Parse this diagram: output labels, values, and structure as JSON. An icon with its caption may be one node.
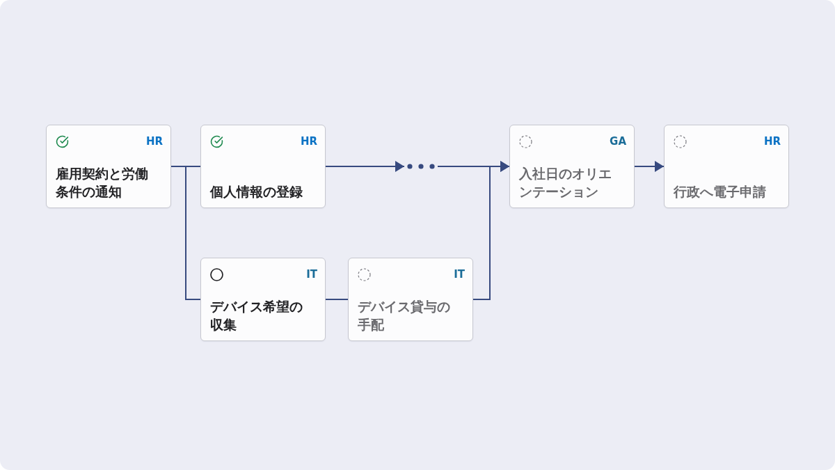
{
  "diagram": {
    "nodes": [
      {
        "text": [
          "HR",
          "雇用契約と労働条件の通知"
        ]
      },
      {
        "text": [
          "HR",
          "個人情報の登録"
        ]
      },
      {
        "text": [],
        "shape": "dots"
      },
      {
        "text": [
          "GA",
          "入社日のオリエンテーション"
        ]
      },
      {
        "text": [
          "HR",
          "行政へ電子申請"
        ]
      },
      {
        "text": [
          "IT",
          "デバイス希望の収集"
        ]
      },
      {
        "text": [
          "IT",
          "デバイス貸与の手配"
        ]
      }
    ],
    "edges": [
      {
        "from": 0,
        "to": 1,
        "arrow": "none"
      },
      {
        "from": 0,
        "to": 5,
        "arrow": "none"
      },
      {
        "from": 1,
        "to": 2,
        "arrow": "to"
      },
      {
        "from": 2,
        "to": 3,
        "arrow": "to"
      },
      {
        "from": 5,
        "to": 6,
        "arrow": "none"
      },
      {
        "from": 6,
        "to": 3,
        "arrow": "to"
      },
      {
        "from": 3,
        "to": 4,
        "arrow": "to"
      }
    ]
  }
}
